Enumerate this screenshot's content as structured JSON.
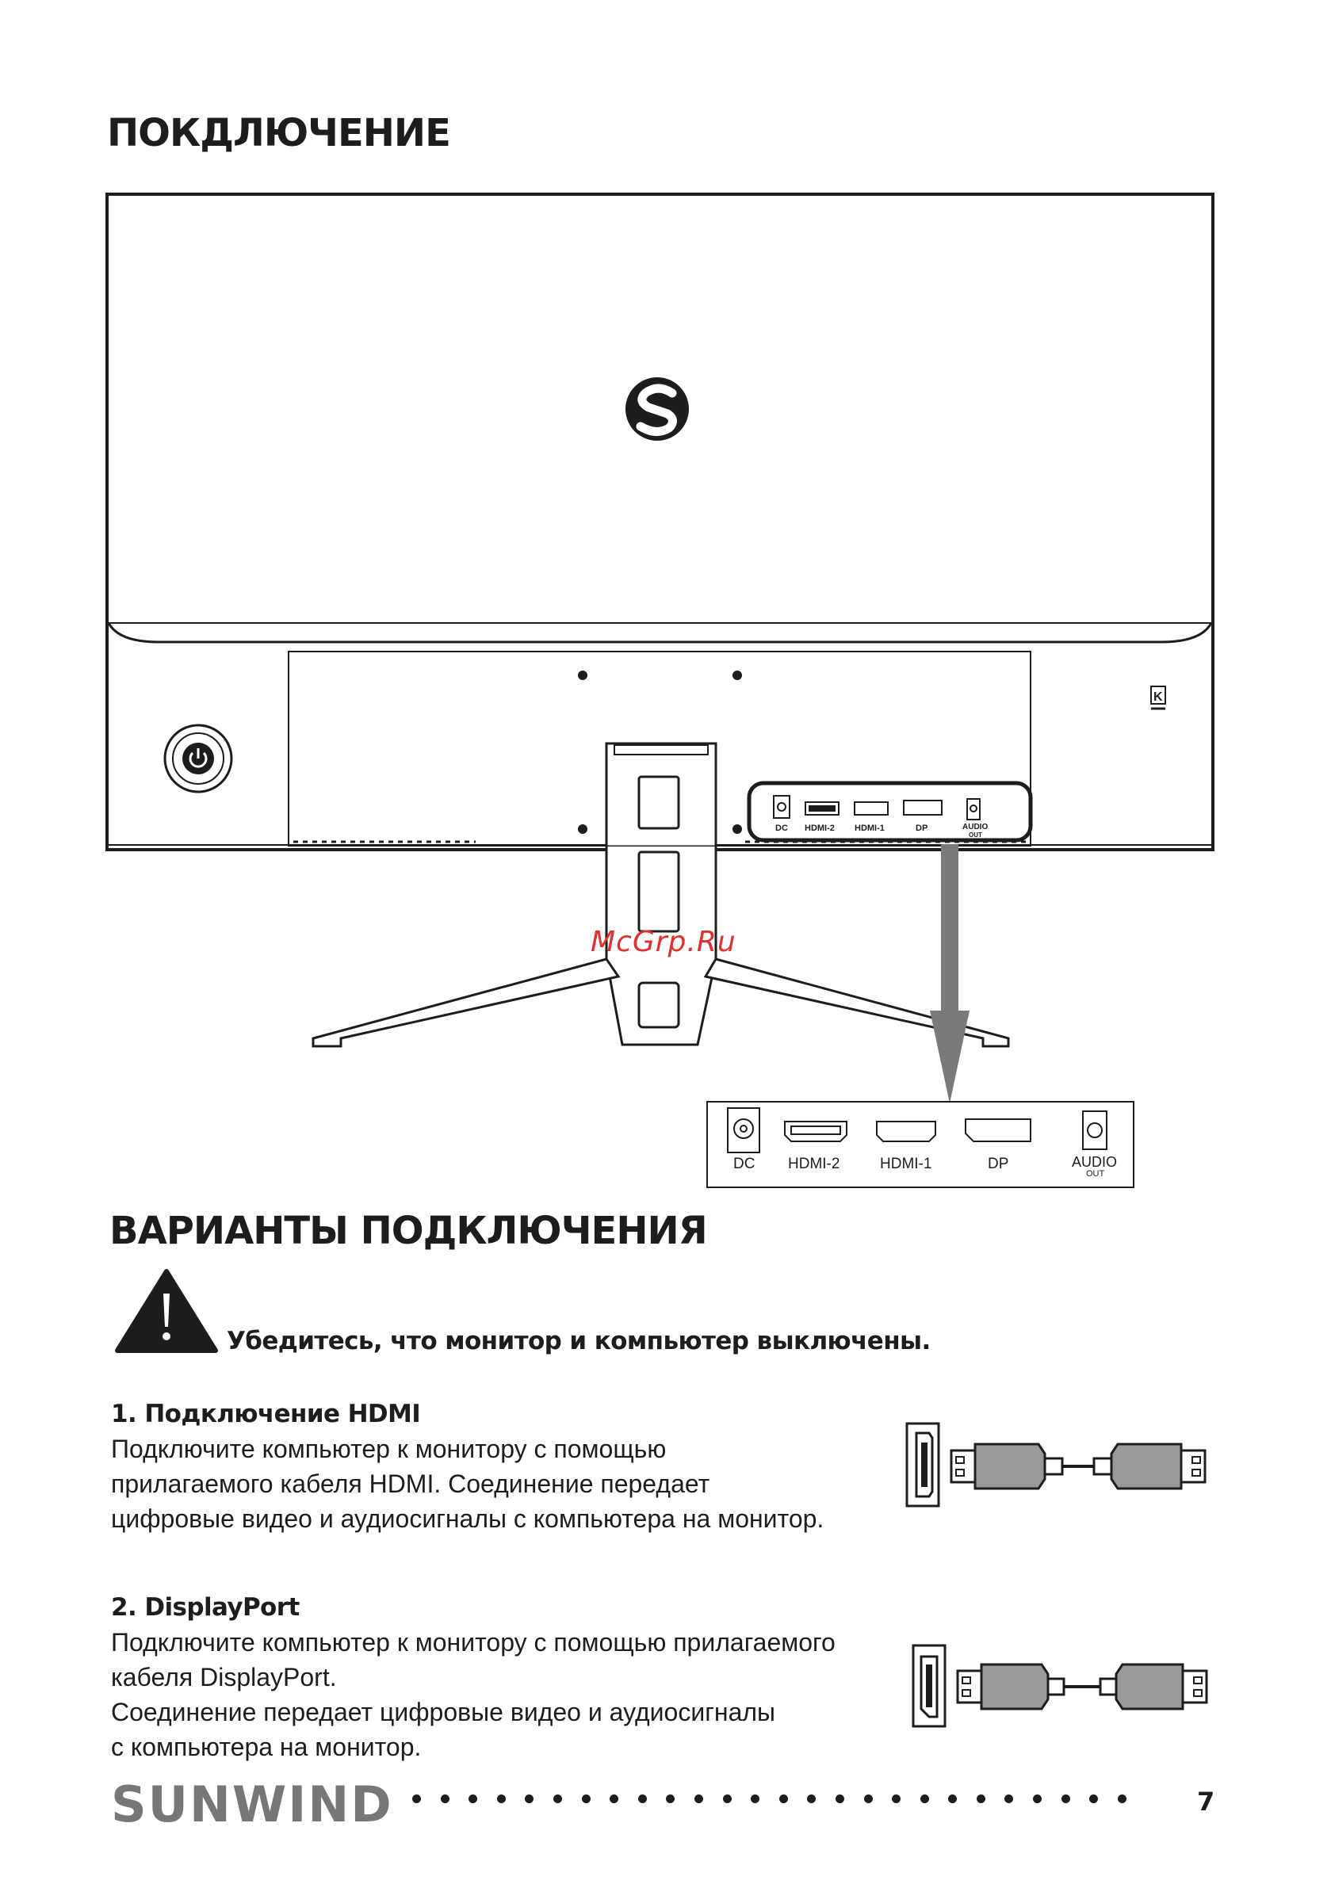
{
  "title": "ПОКДЛЮЧЕНИЕ",
  "watermark": "McGrp.Ru",
  "monitor_ports": [
    "DC",
    "HDMI-2",
    "HDMI-1",
    "DP",
    "AUDIO",
    "OUT"
  ],
  "port_panel": {
    "dc": "DC",
    "hdmi2": "HDMI-2",
    "hdmi1": "HDMI-1",
    "dp": "DP",
    "audio": "AUDIO",
    "out": "OUT"
  },
  "variants_title": "ВАРИАНТЫ ПОДКЛЮЧЕНИЯ",
  "warning": "Убедитесь, что монитор и компьютер выключены.",
  "hdmi": {
    "title": "1. Подключение HDMI",
    "lines": [
      "Подключите компьютер к монитору с помощью",
      "прилагаемого кабеля HDMI. Соединение передает",
      "цифровые видео и аудиосигналы с компьютера на монитор."
    ]
  },
  "displayport": {
    "title": "2. DisplayPort",
    "lines": [
      "Подключите компьютер к монитору с помощью прилагаемого",
      "кабеля DisplayPort.",
      "Соединение передает цифровые видео и аудиосигналы",
      "с компьютера на монитор."
    ]
  },
  "footer": {
    "brand": "SUNWIND",
    "page": "7"
  },
  "icons": [
    "logo-s-icon",
    "power-button-icon",
    "kensington-lock-icon",
    "arrow-down-icon",
    "warning-triangle-icon",
    "hdmi-cable-icon",
    "displayport-cable-icon"
  ]
}
